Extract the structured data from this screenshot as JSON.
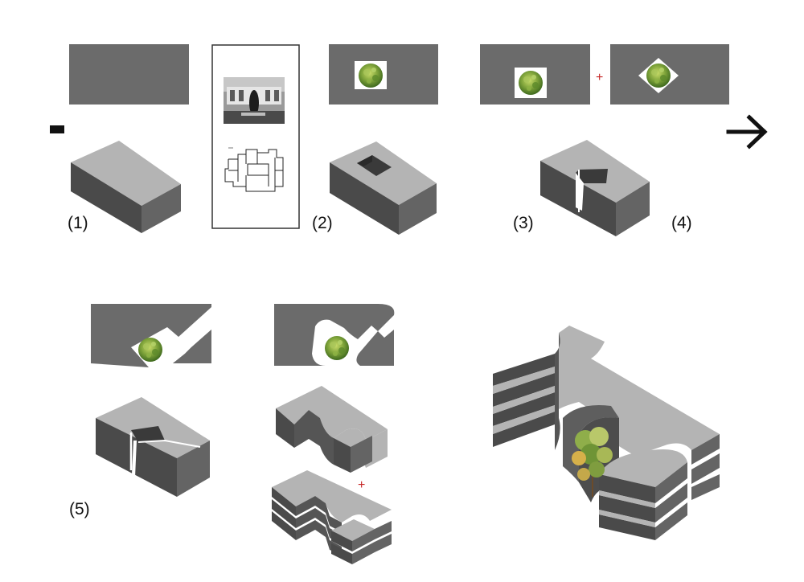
{
  "diagram": {
    "steps": [
      {
        "label": "(1)"
      },
      {
        "label": "(2)"
      },
      {
        "label": "(3)"
      },
      {
        "label": "(4)"
      },
      {
        "label": "(5)"
      }
    ],
    "operators": {
      "minus": "−",
      "plus": "+",
      "arrow": "→"
    }
  },
  "colors": {
    "plan_fill": "#6b6b6b",
    "top_face": "#b4b4b4",
    "left_face": "#4a4a4a",
    "right_face": "#646464",
    "plus": "#c62828",
    "ink": "#111111"
  }
}
